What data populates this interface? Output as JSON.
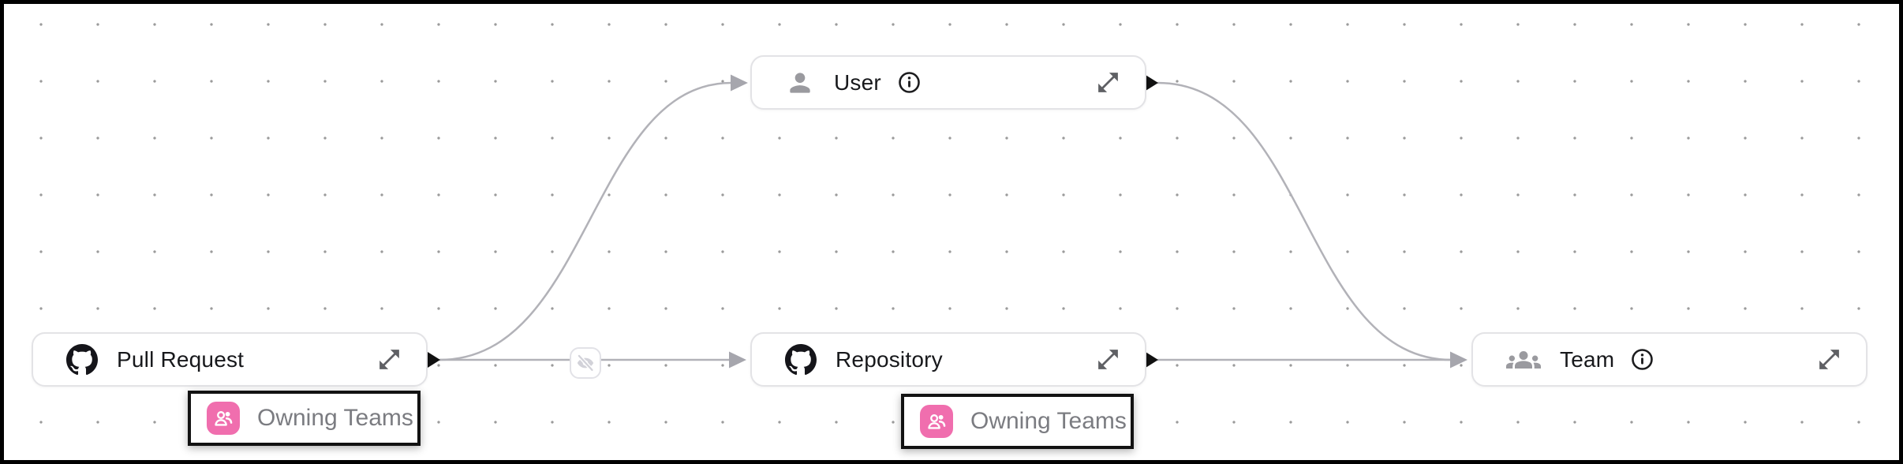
{
  "diagram": {
    "nodes": [
      {
        "id": "pull-request",
        "label": "Pull Request",
        "icon": "github-icon",
        "has_info": false
      },
      {
        "id": "user",
        "label": "User",
        "icon": "person-icon",
        "has_info": true
      },
      {
        "id": "repository",
        "label": "Repository",
        "icon": "github-icon",
        "has_info": false
      },
      {
        "id": "team",
        "label": "Team",
        "icon": "groups-icon",
        "has_info": true
      }
    ],
    "annotations": [
      {
        "label": "Owning Teams",
        "icon": "owning-teams-icon",
        "attached_to": "pull-request"
      },
      {
        "label": "Owning Teams",
        "icon": "owning-teams-icon",
        "attached_to": "repository"
      }
    ],
    "edges": [
      {
        "from": "pull-request",
        "to": "user"
      },
      {
        "from": "pull-request",
        "to": "repository",
        "badge": "eye-off-icon"
      },
      {
        "from": "repository",
        "to": "team"
      },
      {
        "from": "user",
        "to": "team"
      }
    ]
  },
  "colors": {
    "canvas_bg": "#ffffff",
    "frame": "#000000",
    "grid_dot": "#9b9b9b",
    "node_bg": "#ffffff",
    "node_border": "#e3e3e6",
    "node_text": "#17181b",
    "edge": "#b2b2b8",
    "arrowhead": "#a6a6ad",
    "port": "#111111",
    "annotation_border": "#121212",
    "annotation_text": "#7b7c81",
    "annotation_icon_bg": "#f06eae",
    "icon_gray": "#9a9a9f",
    "icon_dark": "#5f6064",
    "github_icon": "#15151a"
  }
}
